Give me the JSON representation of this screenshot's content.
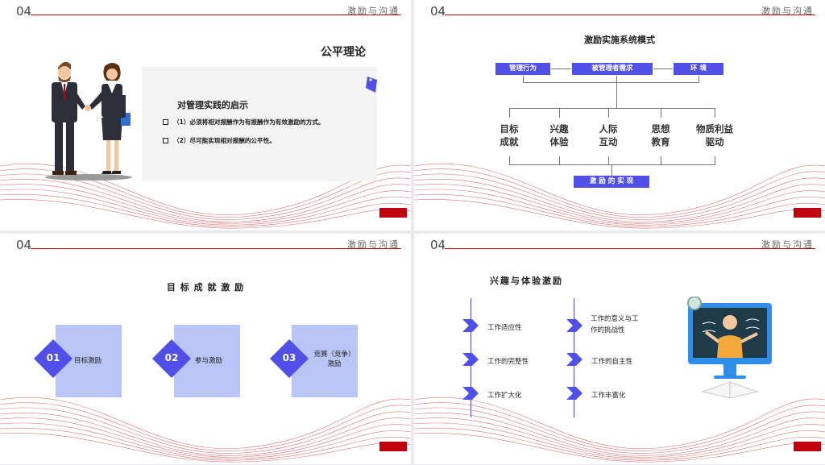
{
  "common": {
    "section_number": "04",
    "section_title": "激励与沟通"
  },
  "slide1": {
    "title": "公平理论",
    "subtitle": "对管理实践的启示",
    "bullets": [
      "（1）必须将相对报酬作为有报酬作为有效激励的方式。",
      "（2）尽可能实现相对报酬的公平性。"
    ]
  },
  "slide2": {
    "title": "激励实施系统模式",
    "top_boxes": [
      "管理行为",
      "被管理者需求",
      "环  境"
    ],
    "nodes": [
      {
        "line1": "目标",
        "line2": "成就"
      },
      {
        "line1": "兴趣",
        "line2": "体验"
      },
      {
        "line1": "人际",
        "line2": "互动"
      },
      {
        "line1": "思想",
        "line2": "教育"
      },
      {
        "line1": "物质利益",
        "line2": "驱动"
      }
    ],
    "bottom_box": "激  励  的  实  现"
  },
  "slide3": {
    "title": "目 标 成 就 激 励",
    "cards": [
      {
        "num": "01",
        "label": "目标激励"
      },
      {
        "num": "02",
        "label": "参与激励"
      },
      {
        "num": "03",
        "label": "竞赛（竞争）激励"
      }
    ]
  },
  "slide4": {
    "title": "兴趣与体验激励",
    "left_items": [
      "工作适应性",
      "工作的完整性",
      "工作扩大化"
    ],
    "right_items": [
      "工作的意义与工作的挑战性",
      "工作的自主性",
      "工作丰富化"
    ]
  },
  "colors": {
    "accent_red": "#c0000c",
    "accent_blue": "#5050e8",
    "card_blue": "#b9c4f7"
  }
}
